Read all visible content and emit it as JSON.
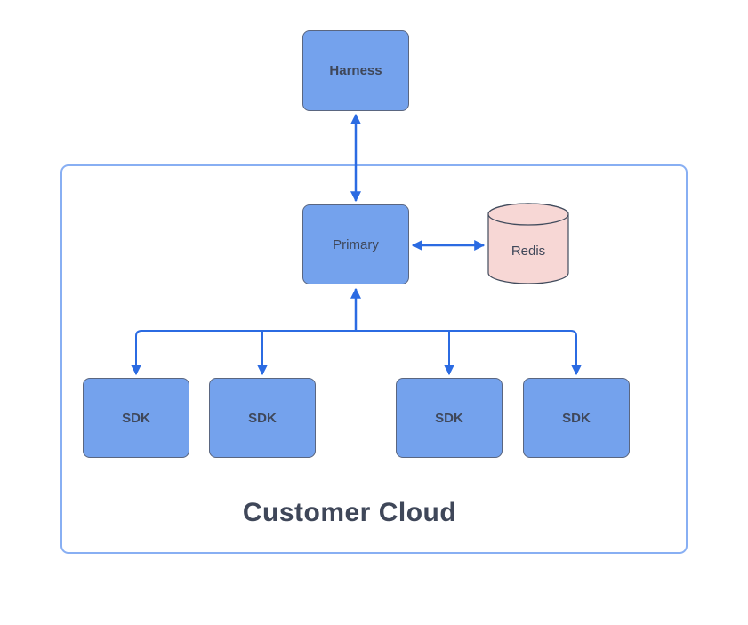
{
  "diagram": {
    "container": {
      "label": "Customer Cloud"
    },
    "nodes": {
      "harness": {
        "label": "Harness",
        "shape": "rectangle"
      },
      "primary": {
        "label": "Primary",
        "shape": "rectangle"
      },
      "redis": {
        "label": "Redis",
        "shape": "cylinder"
      },
      "sdk1": {
        "label": "SDK",
        "shape": "rectangle"
      },
      "sdk2": {
        "label": "SDK",
        "shape": "rectangle"
      },
      "sdk3": {
        "label": "SDK",
        "shape": "rectangle"
      },
      "sdk4": {
        "label": "SDK",
        "shape": "rectangle"
      }
    },
    "edges": [
      {
        "from": "harness",
        "to": "primary",
        "arrows": "both"
      },
      {
        "from": "primary",
        "to": "redis",
        "arrows": "both"
      },
      {
        "from": "primary",
        "to": "sdk1",
        "arrows": "both"
      },
      {
        "from": "primary",
        "to": "sdk2",
        "arrows": "both"
      },
      {
        "from": "primary",
        "to": "sdk3",
        "arrows": "both"
      },
      {
        "from": "primary",
        "to": "sdk4",
        "arrows": "both"
      }
    ],
    "colors": {
      "node_fill": "#74A2ED",
      "node_border": "#5A6680",
      "connector_blue": "#2B6BE2",
      "container_border": "#88AFF3",
      "redis_fill": "#F7D7D5",
      "redis_border": "#414B5C",
      "text_dark": "#3F4759",
      "background": "#FFFFFF"
    }
  }
}
